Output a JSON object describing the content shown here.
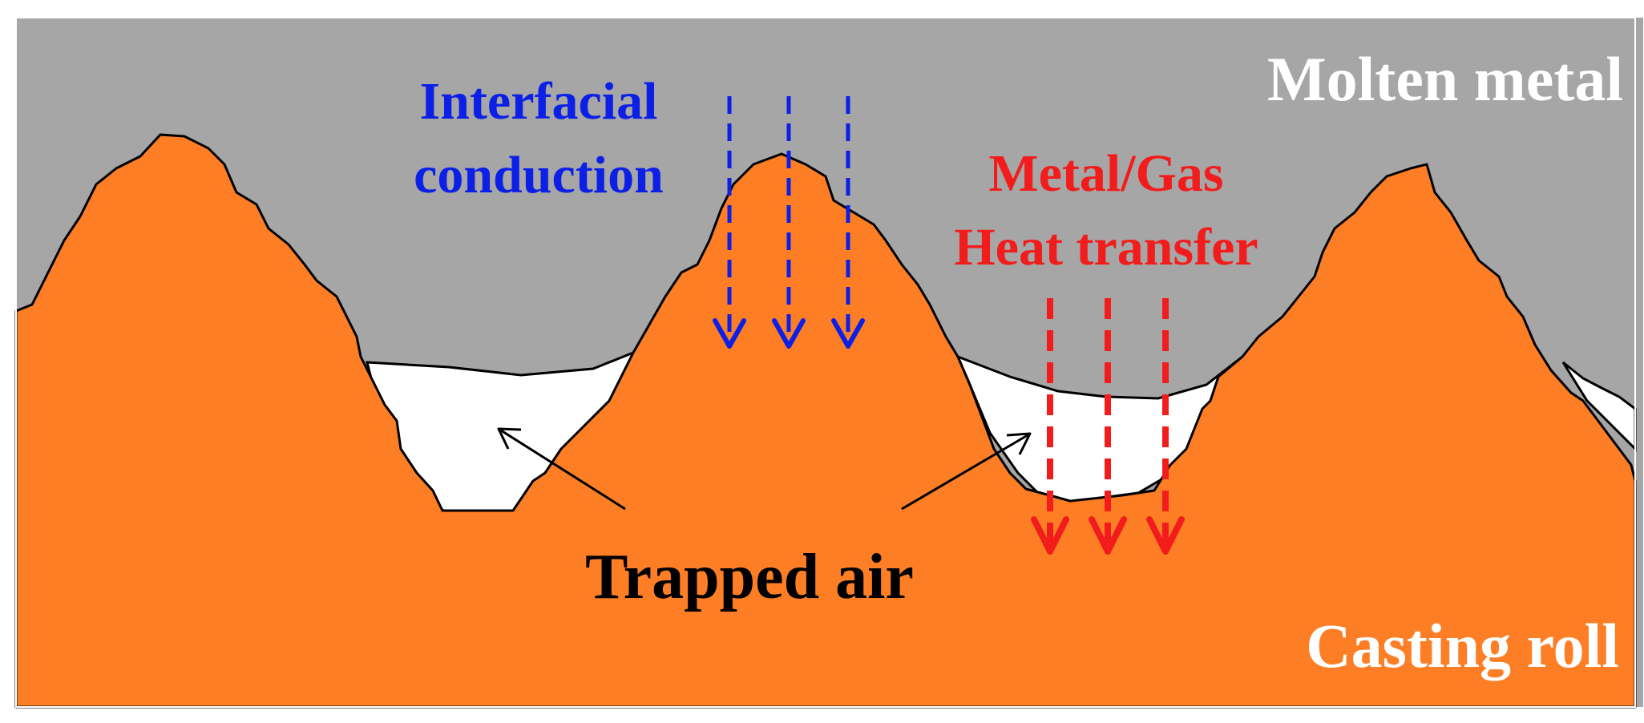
{
  "colors": {
    "molten_metal": "#a6a6a6",
    "casting_roll": "#fd7e24",
    "trapped_air": "#ffffff",
    "outline": "#000000",
    "interfacial_conduction": "#0b1fe6",
    "metal_gas_heat_transfer": "#f21c1c",
    "region_label_text": "#ffffff",
    "trapped_air_text": "#000000"
  },
  "labels": {
    "molten_metal": "Molten metal",
    "casting_roll": "Casting roll",
    "interfacial_conduction_line1": "Interfacial",
    "interfacial_conduction_line2": "conduction",
    "metal_gas_line1": "Metal/Gas",
    "metal_gas_line2": "Heat transfer",
    "trapped_air": "Trapped air"
  },
  "icons": {
    "interfacial_arrows": "dashed-down-arrow",
    "metal_gas_arrows": "dashed-down-arrow",
    "pointer_arrows": "thin-pointer-arrow"
  }
}
